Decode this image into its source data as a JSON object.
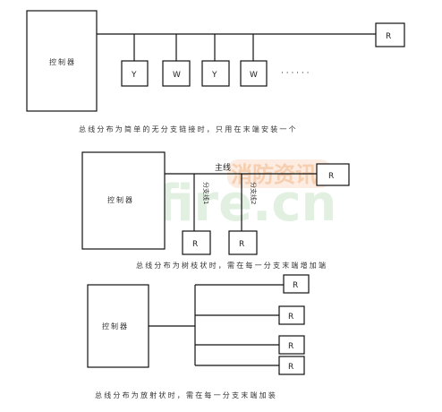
{
  "diagram1": {
    "controller_label": "控制器",
    "branch_labels": [
      "Y",
      "W",
      "Y",
      "W"
    ],
    "end_label": "R",
    "ellipsis": "· · · · · ·",
    "caption": "总线分布为简单的无分支链接时，只用在末端安装一个"
  },
  "diagram2": {
    "controller_label": "控制器",
    "trunk_label": "主线",
    "branch1_label": "分支线1",
    "branch2_label": "分支线2",
    "end_labels": [
      "R",
      "R",
      "R"
    ],
    "caption": "总线分布为树枝状时，需在每一分支末端增加端"
  },
  "diagram3": {
    "controller_label": "控制器",
    "end_labels": [
      "R",
      "R",
      "R",
      "R"
    ],
    "caption": "总线分布为放射状时，需在每一分支末端加装"
  },
  "watermark": {
    "text_latin": "dnfire.cn",
    "text_cn": "消防资讯网"
  },
  "colors": {
    "line": "#111111",
    "watermark_green": "#d9ecd9",
    "watermark_orange": "#f6c9a8"
  }
}
